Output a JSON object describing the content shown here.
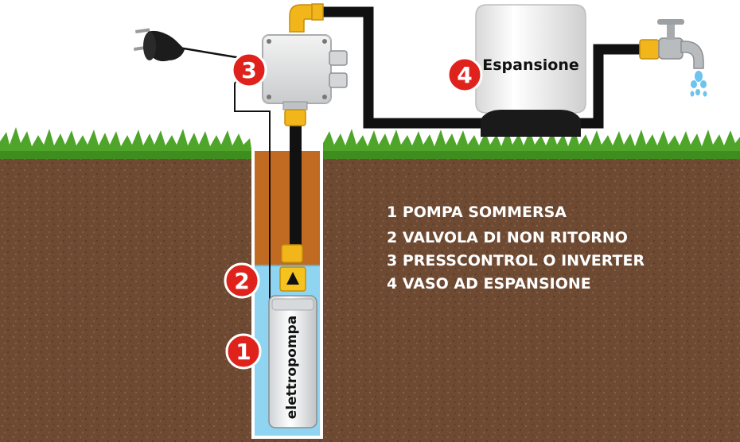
{
  "badges": {
    "pump": "1",
    "valve": "2",
    "controller": "3",
    "tank": "4"
  },
  "labels": {
    "tank_label": "Espansione",
    "pump_label": "elettropompa"
  },
  "legend": [
    "1 POMPA SOMMERSA",
    "2 VALVOLA DI NON RITORNO",
    "3 PRESSCONTROL O INVERTER",
    "4 VASO AD ESPANSIONE"
  ],
  "colors": {
    "soil": "#6e4a33",
    "grass": "#4fa52a",
    "well_clay": "#c06a22",
    "well_water": "#8fd4f0",
    "pipe": "#111111",
    "fitting": "#f2b51a",
    "badge": "#e0221c",
    "tank": "#f4f4f4",
    "tap": "#b9bcbf",
    "water_drops": "#6ec3ef"
  },
  "icons": {
    "plug": "power-plug-icon",
    "tap": "water-tap-icon",
    "check_valve": "check-valve-arrow-icon"
  }
}
